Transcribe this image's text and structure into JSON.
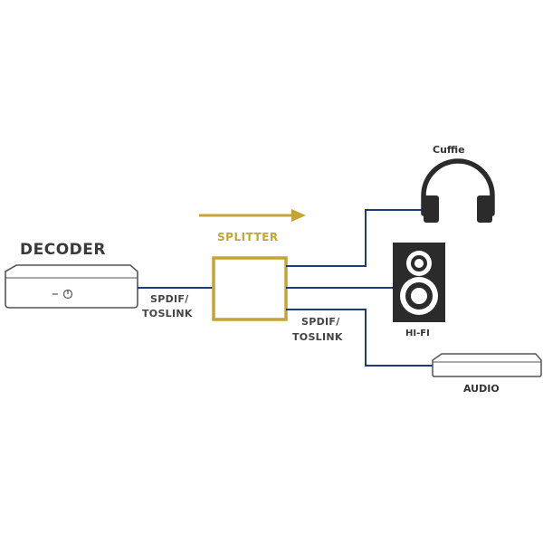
{
  "diagram": {
    "decoder_label": "DECODER",
    "splitter_label": "SPLITTER",
    "input_cable_label_line1": "SPDIF/",
    "input_cable_label_line2": "TOSLINK",
    "output_cable_label_line1": "SPDIF/",
    "output_cable_label_line2": "TOSLINK",
    "headphones_label": "Cuffie",
    "hifi_label": "HI-FI",
    "audio_label": "AUDIO"
  },
  "colors": {
    "cable": "#1f3a7a",
    "splitter": "#c4a434",
    "device_outline": "#555555",
    "speaker_body": "#2b2b2b"
  },
  "icons": {
    "headphones": "headphones-icon",
    "speaker": "speaker-icon",
    "decoder": "decoder-box-icon",
    "audio_device": "audio-device-icon",
    "flow_arrow": "arrow-right-icon"
  }
}
